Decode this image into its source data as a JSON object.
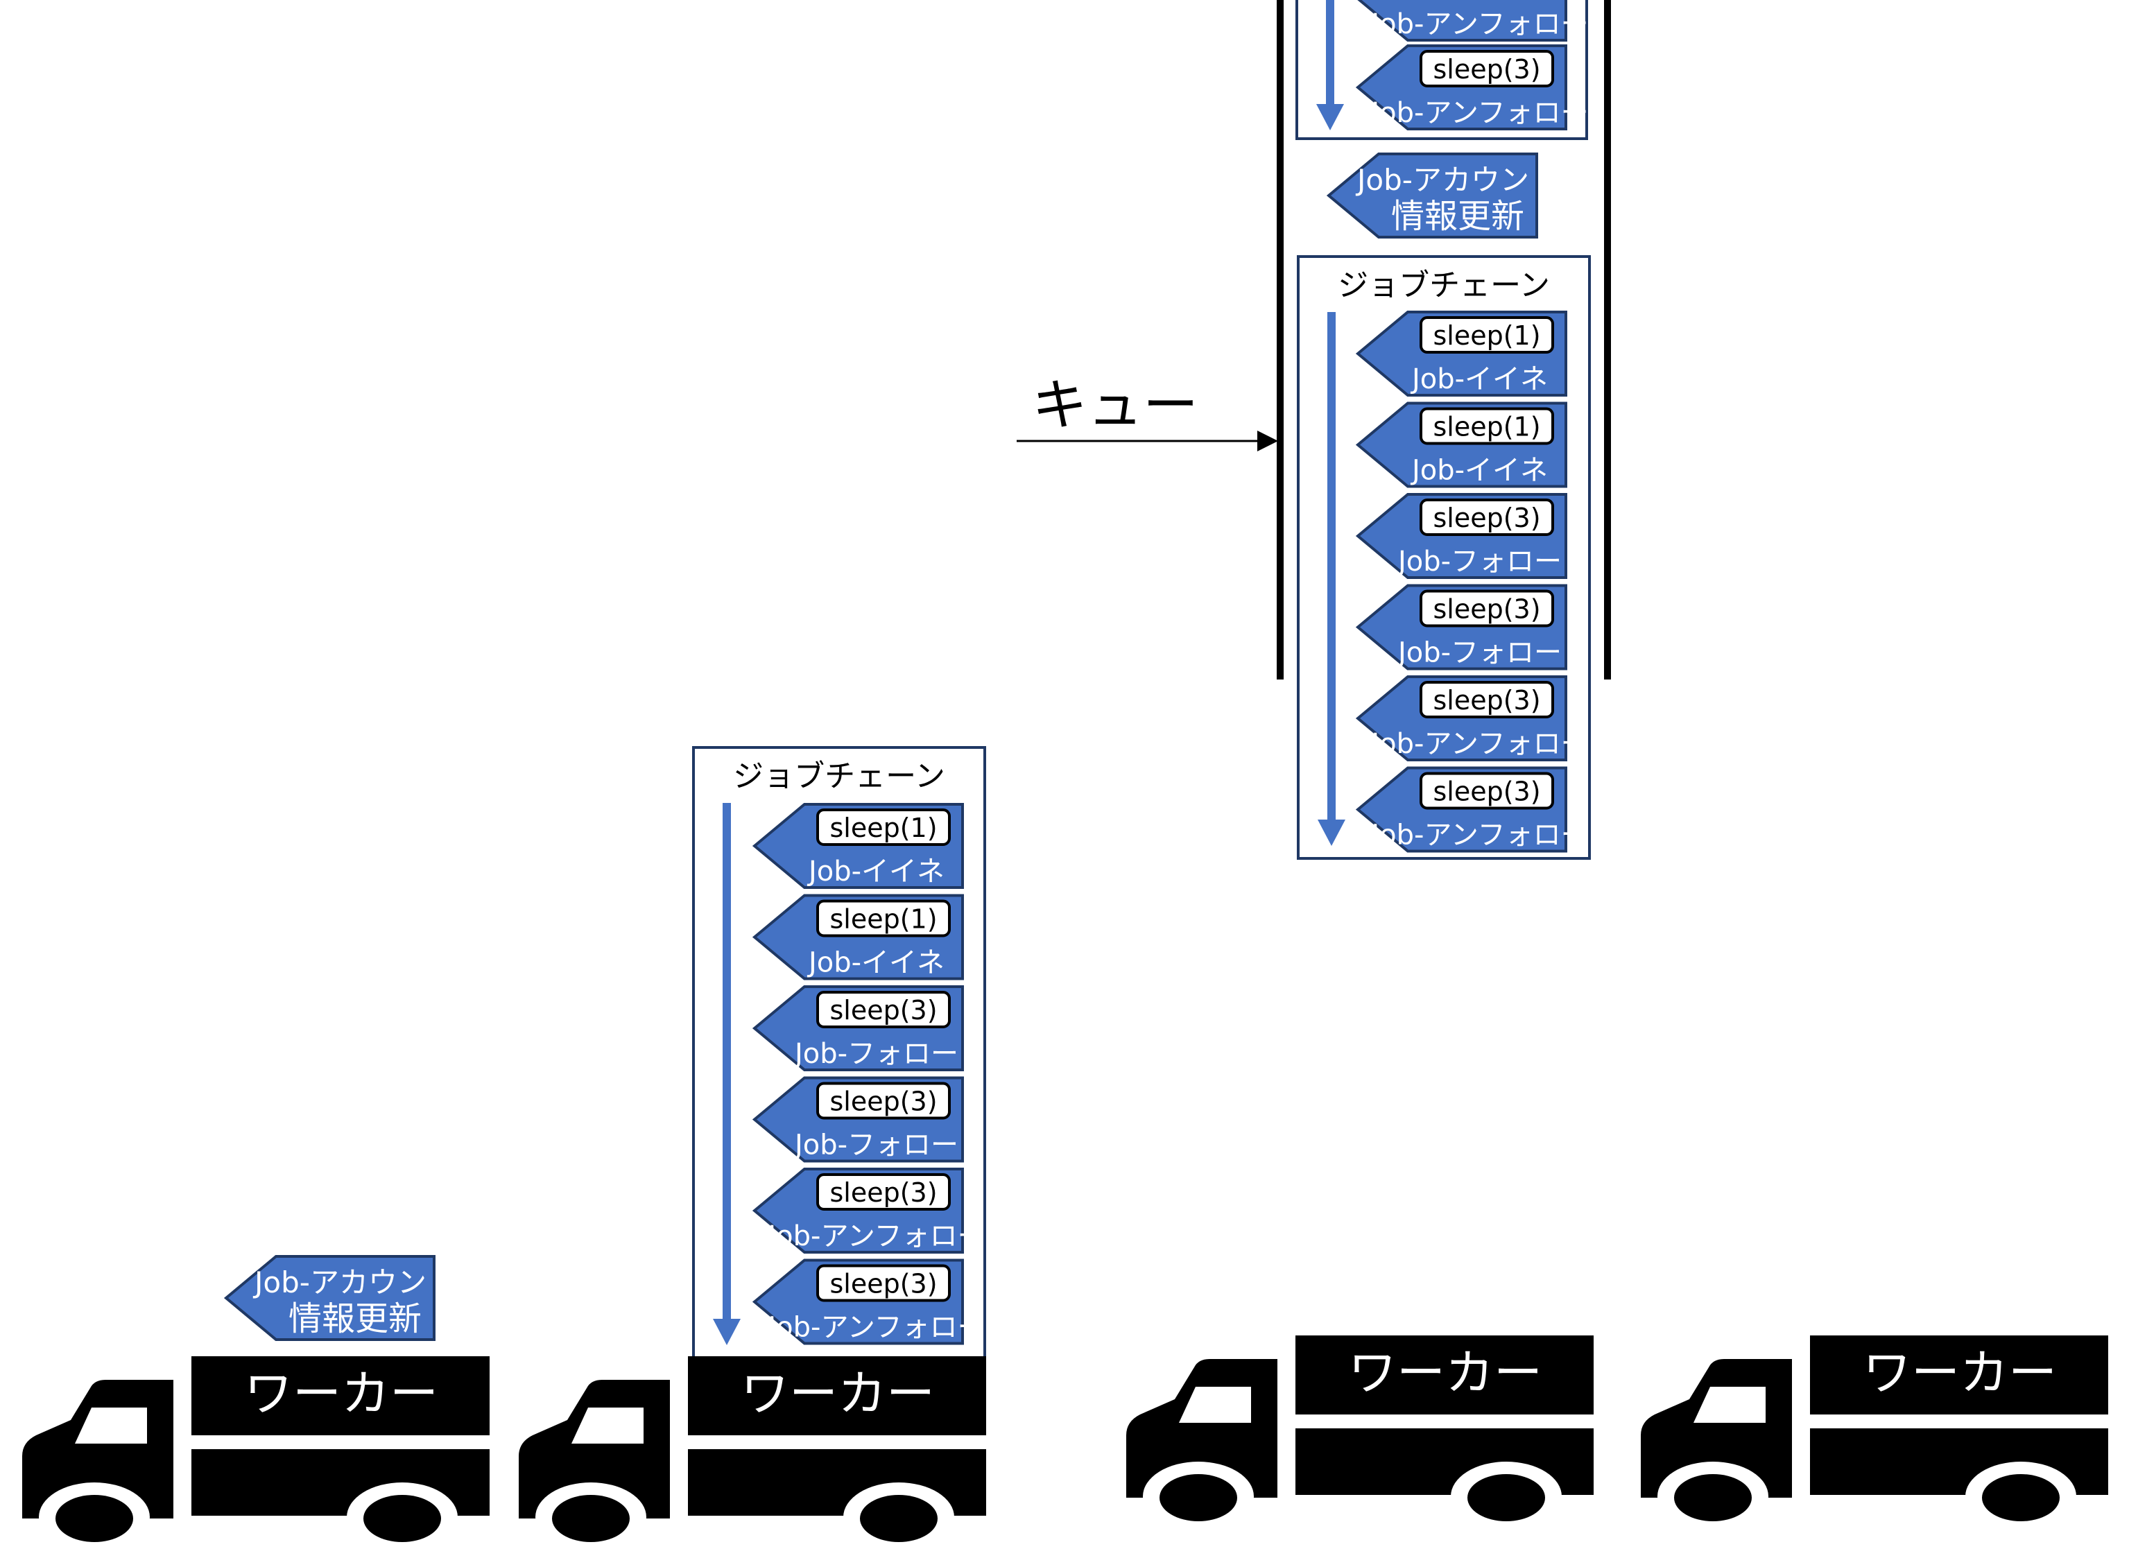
{
  "colors": {
    "job_fill": "#4472c4",
    "job_stroke": "#1f3864",
    "chain_border": "#1f3864",
    "flow_arrow": "#4472c4",
    "truck": "#000000",
    "background": "#ffffff"
  },
  "queue": {
    "label": "キュー"
  },
  "standalone_job": {
    "line1": "Job-アカウント",
    "line2": "情報更新"
  },
  "chain_title": "ジョブチェーン",
  "chain_jobs": [
    {
      "sleep": "sleep(1)",
      "job": "Job-イイネ"
    },
    {
      "sleep": "sleep(1)",
      "job": "Job-イイネ"
    },
    {
      "sleep": "sleep(3)",
      "job": "Job-フォロー"
    },
    {
      "sleep": "sleep(3)",
      "job": "Job-フォロー"
    },
    {
      "sleep": "sleep(3)",
      "job": "Job-アンフォロー"
    },
    {
      "sleep": "sleep(3)",
      "job": "Job-アンフォロー"
    }
  ],
  "top_partial_chain_jobs": [
    {
      "job": "Job-アンフォロー"
    },
    {
      "sleep": "sleep(3)",
      "job": "Job-アンフォロー"
    }
  ],
  "worker_label": "ワーカー",
  "workers": [
    {
      "label": "ワーカー",
      "carrying": "standalone_job"
    },
    {
      "label": "ワーカー",
      "carrying": "chain"
    },
    {
      "label": "ワーカー",
      "carrying": "none"
    },
    {
      "label": "ワーカー",
      "carrying": "none"
    }
  ]
}
